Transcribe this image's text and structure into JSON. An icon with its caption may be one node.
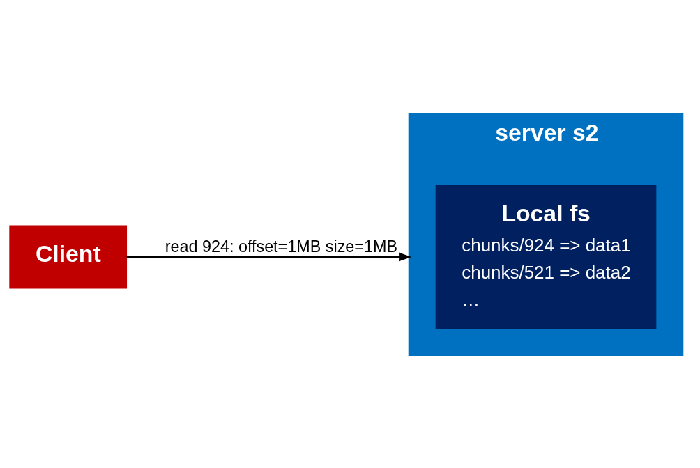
{
  "diagram": {
    "nodes": [
      {
        "text": [
          "Client"
        ]
      },
      {
        "text": [
          "server s2"
        ]
      },
      {
        "text": [
          "Local fs",
          "chunks/924 => data1",
          "chunks/521 => data2",
          "…"
        ],
        "in": 1
      }
    ],
    "edges": [
      {
        "from": 0,
        "to": 1,
        "arrow": "to",
        "label": "read 924: offset=1MB size=1MB"
      }
    ]
  }
}
